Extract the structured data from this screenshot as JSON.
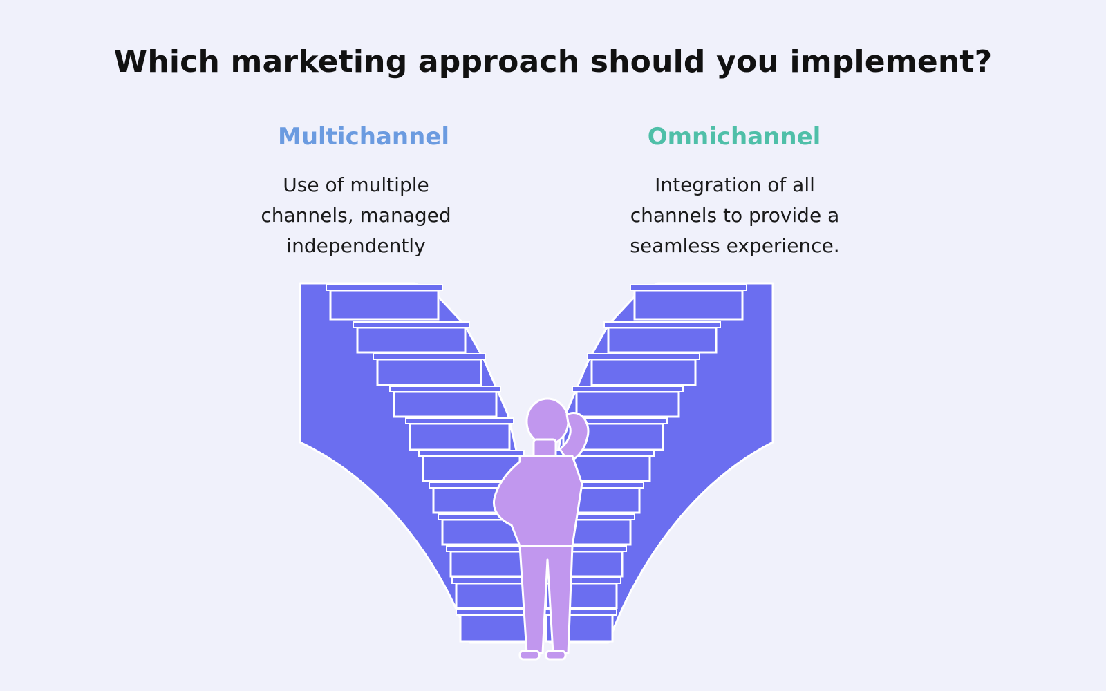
{
  "title": "Which marketing approach should you implement?",
  "options": [
    {
      "heading": "Multichannel",
      "description": "Use of multiple\nchannels, managed\nindependently",
      "color": "#6b9be0"
    },
    {
      "heading": "Omnichannel",
      "description": "Integration of all\nchannels to provide a\nseamless experience.",
      "color": "#4fbfa8"
    }
  ],
  "illustration": {
    "subject": "person-at-two-staircases",
    "stair_color": "#6b6ef0",
    "person_color": "#c197ee",
    "outline_color": "#ffffff"
  }
}
